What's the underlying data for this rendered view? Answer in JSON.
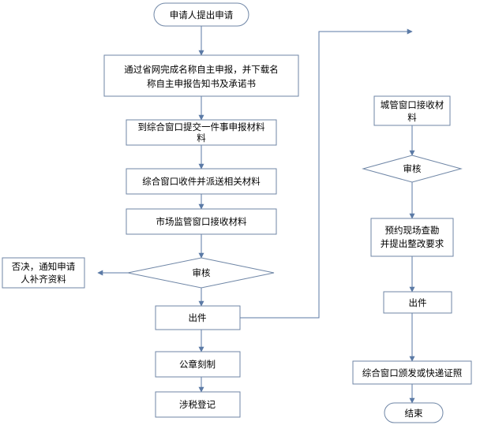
{
  "nodes": {
    "start": "申请人提出申请",
    "self_declare": [
      "通过省网完成名称自主申报，并下载名",
      "称自主申报告知书及承诺书"
    ],
    "submit": [
      "到综合窗口提交一件事申报材料",
      "料"
    ],
    "dispatch": "综合窗口收件并派送相关材料",
    "market_receive": "市场监管窗口接收材料",
    "review_left": "审核",
    "reject": [
      "否决，通知申请",
      "人补齐资料"
    ],
    "issue_left": "出件",
    "seal": "公章刻制",
    "tax": "涉税登记",
    "urban_receive": [
      "城管窗口接收材",
      "料"
    ],
    "review_right": "审核",
    "inspect": [
      "预约现场查勘",
      "并提出整改要求"
    ],
    "issue_right": "出件",
    "deliver": "综合窗口颁发或快递证照",
    "end": "结束"
  },
  "colors": {
    "line": "#5b7aa6",
    "border": "#6f86a6",
    "text": "#000000"
  }
}
